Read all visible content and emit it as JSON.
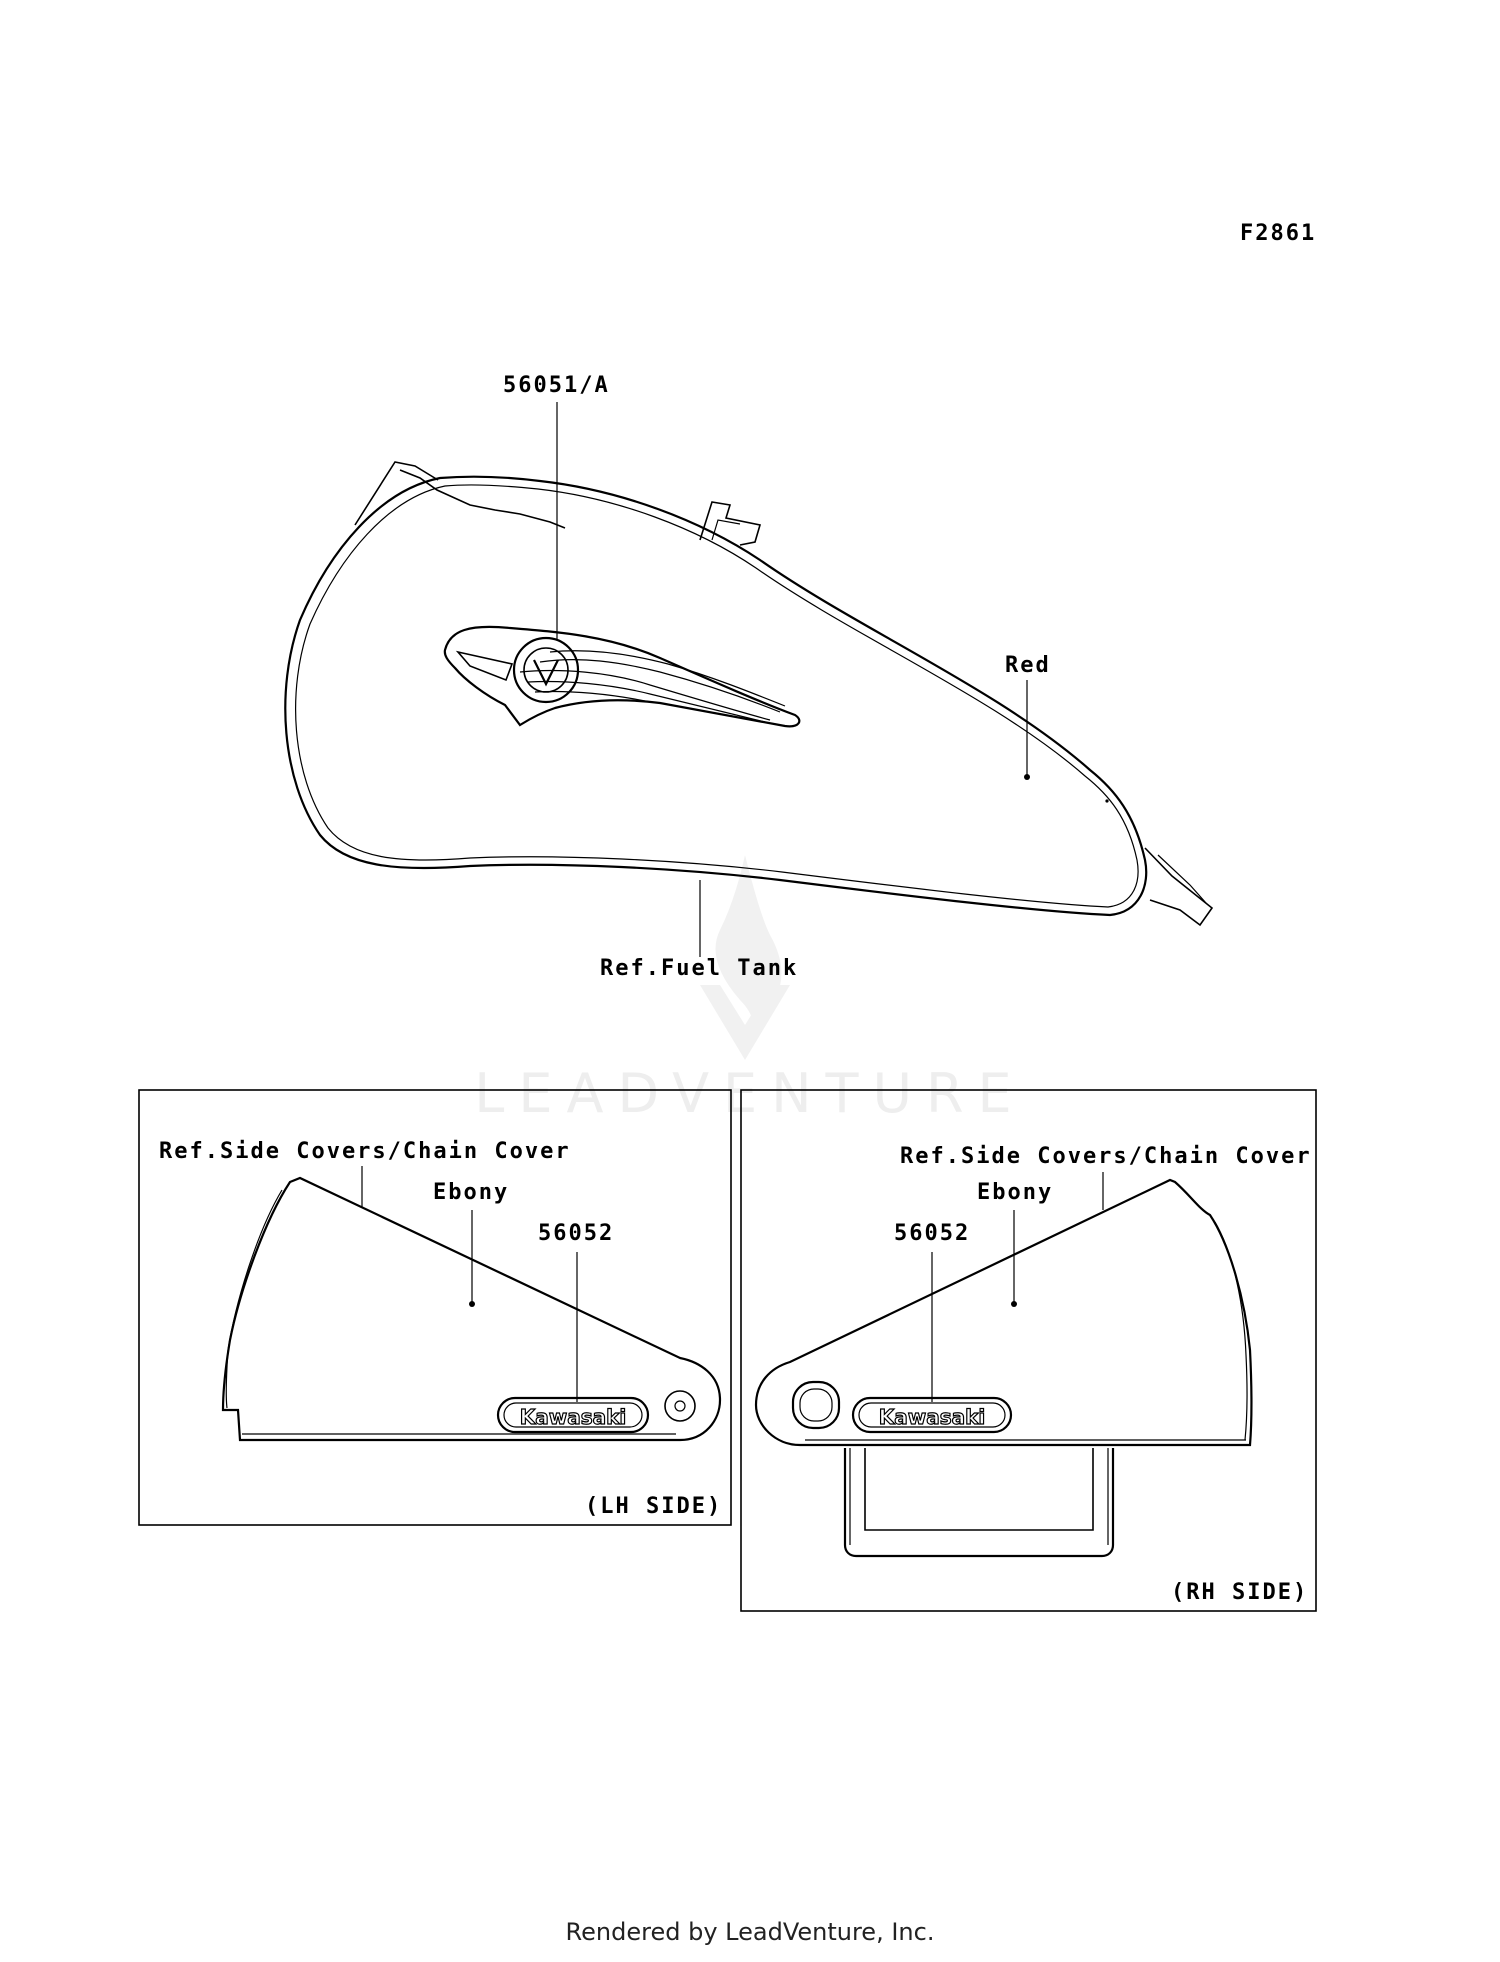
{
  "figure_code": "F2861",
  "watermark": {
    "text": "LEADVENTURE"
  },
  "fuel_tank": {
    "part_label": "56051/A",
    "color_label": "Red",
    "ref_label": "Ref.Fuel Tank"
  },
  "lh_panel": {
    "ref_label": "Ref.Side Covers/Chain Cover",
    "color_label": "Ebony",
    "part_label": "56052",
    "emblem_text": "Kawasaki",
    "side_label": "(LH SIDE)"
  },
  "rh_panel": {
    "ref_label": "Ref.Side Covers/Chain Cover",
    "color_label": "Ebony",
    "part_label": "56052",
    "emblem_text": "Kawasaki",
    "side_label": "(RH SIDE)"
  },
  "footer": "Rendered by LeadVenture, Inc."
}
